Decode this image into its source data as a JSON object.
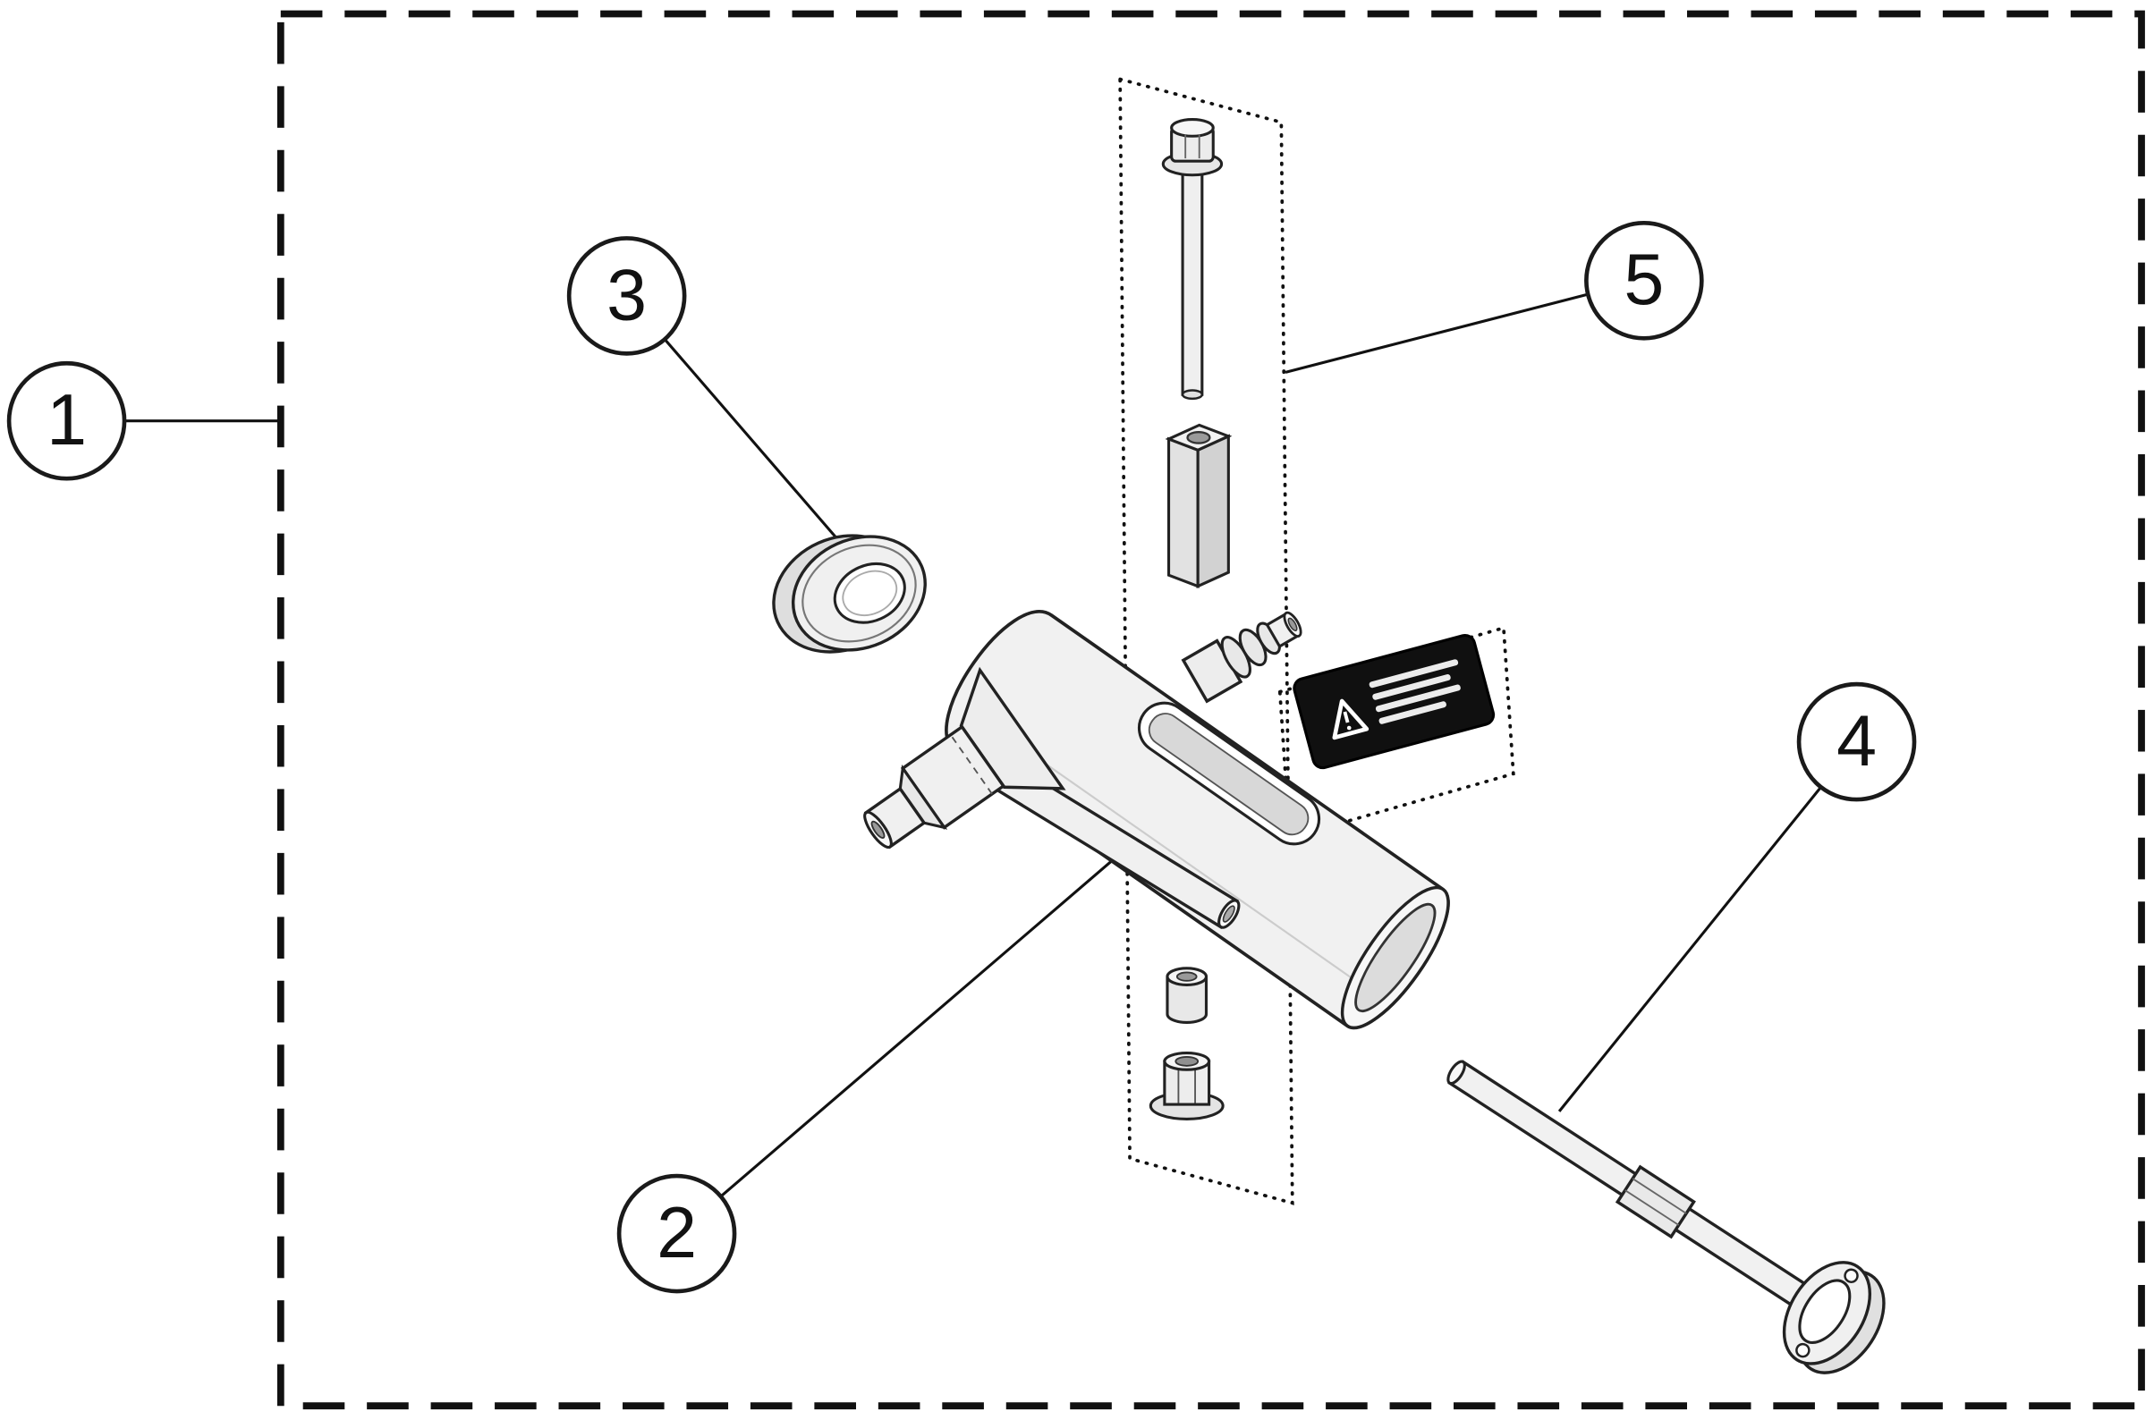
{
  "figure": {
    "kind": "exploded-parts-diagram",
    "colors": {
      "line": "#1a1a1a",
      "background": "#ffffff",
      "part_fill": "#f0f0f0",
      "warning_label_bg": "#101010"
    },
    "icons": {
      "warning": "warning-triangle-icon"
    }
  },
  "callouts": [
    {
      "label": "1"
    },
    {
      "label": "2"
    },
    {
      "label": "3"
    },
    {
      "label": "4"
    },
    {
      "label": "5"
    }
  ]
}
